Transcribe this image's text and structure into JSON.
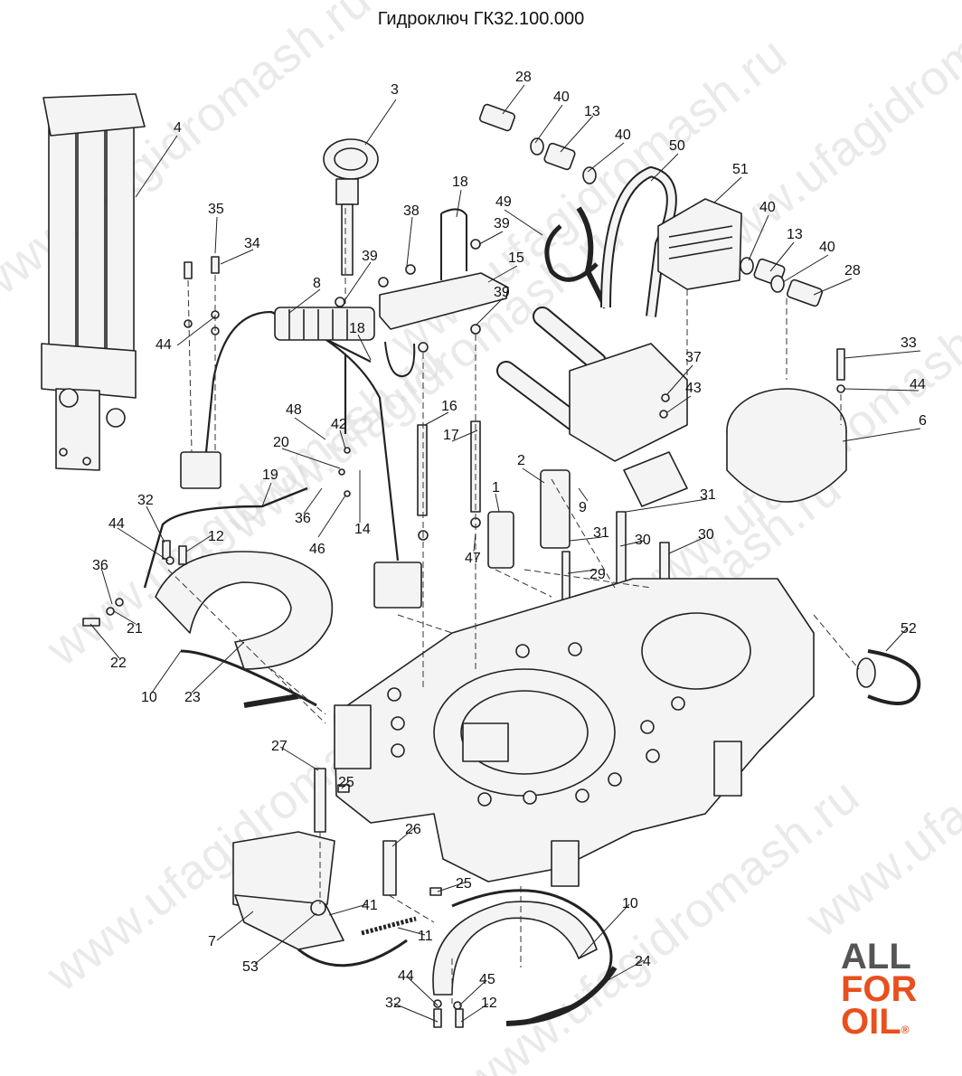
{
  "title": "Гидроключ ГК32.100.000",
  "watermark": "www.ufagidromash.ru",
  "logo": {
    "line1": "ALL",
    "line2": "FOR",
    "line3": "OIL",
    "mark": "®",
    "color_dark": "#555555",
    "color_accent": "#e8501e"
  },
  "colors": {
    "line": "#222222",
    "fill": "#f4f4f4",
    "watermark": "#d9d9d9"
  },
  "callouts": [
    "3",
    "28",
    "40",
    "13",
    "40",
    "50",
    "51",
    "40",
    "13",
    "40",
    "28",
    "4",
    "18",
    "49",
    "35",
    "34",
    "38",
    "39",
    "15",
    "39",
    "8",
    "39",
    "18",
    "44",
    "33",
    "44",
    "37",
    "43",
    "6",
    "48",
    "42",
    "16",
    "17",
    "20",
    "2",
    "19",
    "1",
    "9",
    "32",
    "36",
    "31",
    "44",
    "14",
    "46",
    "31",
    "12",
    "47",
    "29",
    "30",
    "30",
    "36",
    "21",
    "22",
    "10",
    "23",
    "52",
    "27",
    "25",
    "26",
    "25",
    "7",
    "53",
    "41",
    "11",
    "10",
    "24",
    "44",
    "45",
    "32",
    "12"
  ]
}
